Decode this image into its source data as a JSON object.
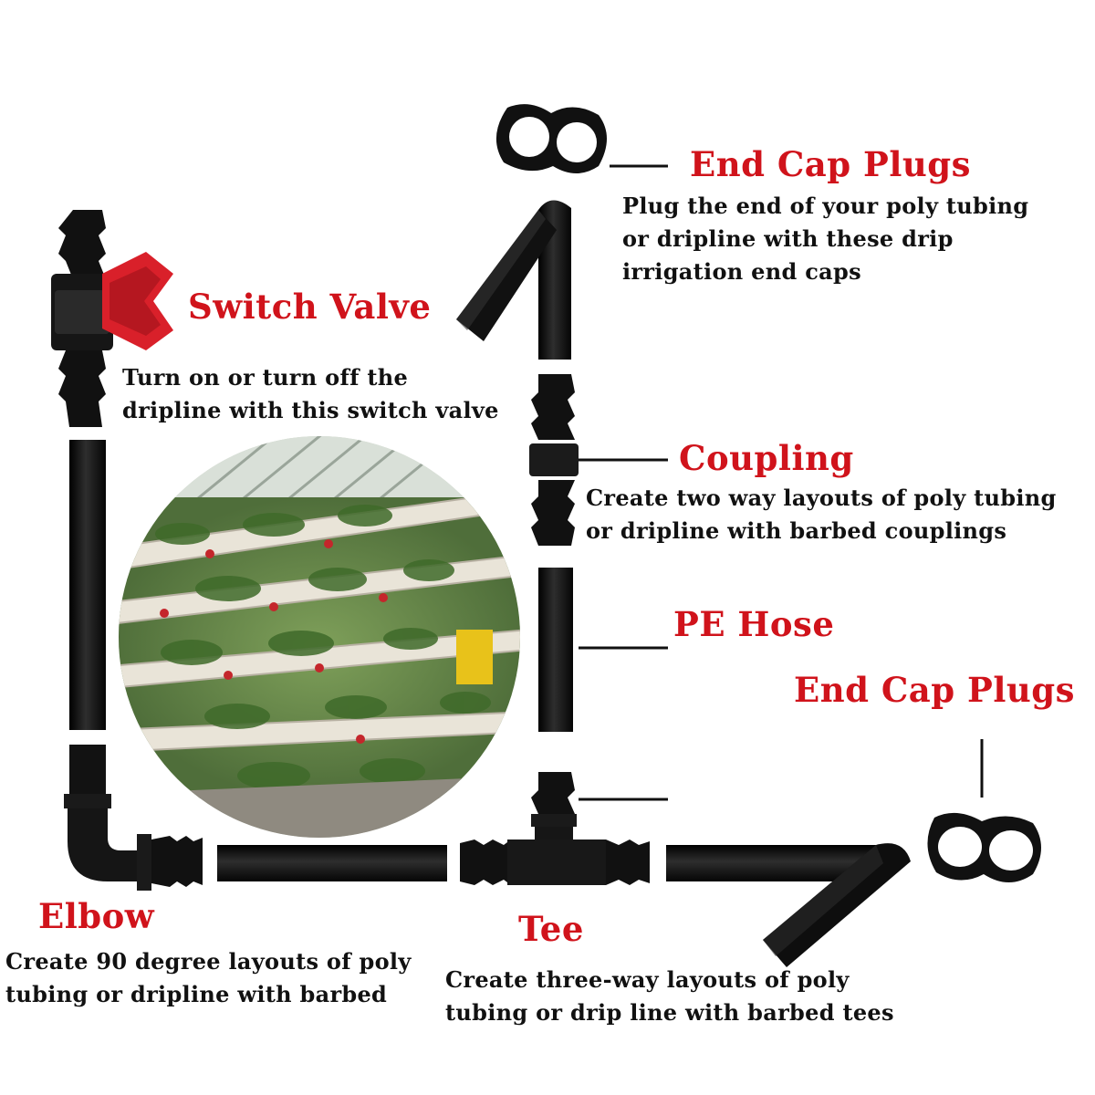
{
  "labels": {
    "end_cap_top": {
      "title": "End Cap Plugs",
      "lines": [
        "Plug the end of your poly tubing",
        "or dripline with these drip",
        "irrigation end caps"
      ]
    },
    "switch_valve": {
      "title": "Switch Valve",
      "lines": [
        "Turn on or turn off the",
        "dripline with this switch valve"
      ]
    },
    "coupling": {
      "title": "Coupling",
      "lines": [
        "Create two way layouts of poly tubing",
        "or dripline with barbed couplings"
      ]
    },
    "pe_hose": {
      "title": "PE Hose"
    },
    "end_cap_bottom": {
      "title": "End Cap Plugs"
    },
    "elbow": {
      "title": "Elbow",
      "lines": [
        "Create 90 degree layouts of poly",
        "tubing or dripline with barbed"
      ]
    },
    "tee": {
      "title": "Tee",
      "lines": [
        "Create three-way layouts of poly",
        "tubing or drip line with barbed tees"
      ]
    }
  },
  "colors": {
    "title_red": "#d0131b",
    "text_dark": "#111111",
    "part_black": "#0d0d0d",
    "valve_red": "#d9202a"
  },
  "photo": {
    "subject": "greenhouse-strawberry-gutters"
  }
}
